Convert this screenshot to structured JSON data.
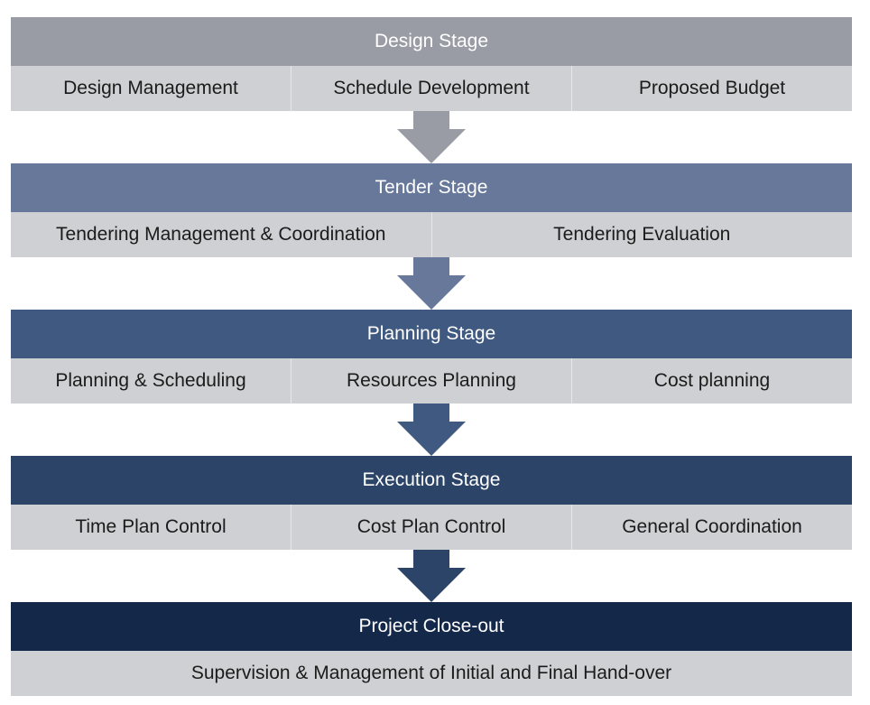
{
  "stages": [
    {
      "title": "Design Stage",
      "color": "#9a9ca5",
      "items": [
        "Design Management",
        "Schedule Development",
        "Proposed Budget"
      ]
    },
    {
      "title": "Tender Stage",
      "color": "#67789a",
      "items": [
        "Tendering Management & Coordination",
        "Tendering Evaluation"
      ]
    },
    {
      "title": "Planning Stage",
      "color": "#405981",
      "items": [
        "Planning & Scheduling",
        "Resources Planning",
        "Cost planning"
      ]
    },
    {
      "title": "Execution Stage",
      "color": "#2b4468",
      "items": [
        "Time Plan Control",
        "Cost Plan Control",
        "General Coordination"
      ]
    },
    {
      "title": "Project Close-out",
      "color": "#14284a",
      "items": [
        "Supervision & Management of Initial and Final Hand-over"
      ]
    }
  ],
  "arrows": [
    {
      "icon": "down-arrow-icon",
      "color": "#9a9ca5"
    },
    {
      "icon": "down-arrow-icon",
      "color": "#67789a"
    },
    {
      "icon": "down-arrow-icon",
      "color": "#405981"
    },
    {
      "icon": "down-arrow-icon",
      "color": "#2b4468"
    }
  ],
  "item_background": "#cfd0d3"
}
